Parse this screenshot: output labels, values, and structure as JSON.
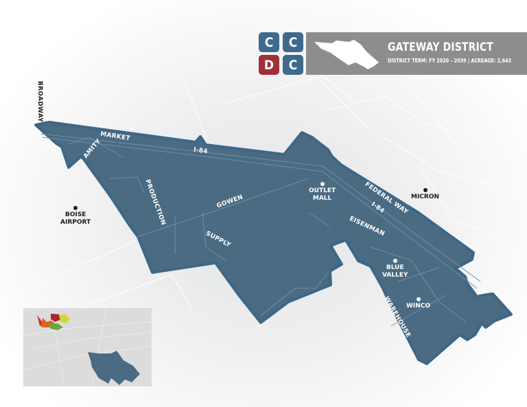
{
  "header": {
    "logo": {
      "letters": [
        "C",
        "C",
        "D",
        "C"
      ],
      "colors": [
        "#3f6a8c",
        "#3f6a8c",
        "#a03038",
        "#3f6a8c"
      ]
    },
    "title": "GATEWAY DISTRICT",
    "subtitle": "DISTRICT TERM: FY 2020 – 2039   |   ACREAGE: 2,643",
    "banner_color": "#8c8d8f",
    "icon": "district-silhouette-icon"
  },
  "map": {
    "district_fill": "#4a6b82",
    "district_stroke": "#3d6787",
    "street_labels": [
      {
        "text": "BROADWAY"
      },
      {
        "text": "MARKET"
      },
      {
        "text": "AMITY"
      },
      {
        "text": "I-84"
      },
      {
        "text": "PRODUCTION"
      },
      {
        "text": "GOWEN"
      },
      {
        "text": "SUPPLY"
      },
      {
        "text": "FEDERAL WAY"
      },
      {
        "text": "I-84"
      },
      {
        "text": "EISENMAN"
      },
      {
        "text": "WAREHOUSE"
      }
    ],
    "points_of_interest": [
      {
        "line1": "OUTLET",
        "line2": "MALL",
        "inside": true
      },
      {
        "line1": "BLUE",
        "line2": "VALLEY",
        "inside": true
      },
      {
        "line1": "WINCO",
        "line2": "",
        "inside": true
      },
      {
        "line1": "MICRON",
        "line2": "",
        "inside": false
      },
      {
        "line1": "BOISE",
        "line2": "AIRPORT",
        "inside": false
      }
    ]
  },
  "inset_map": {
    "description": "locator map",
    "district_colors": [
      "#4a6b82",
      "#c0392b",
      "#d9641e",
      "#d4d43a",
      "#6aa83a",
      "#a82a2a"
    ]
  }
}
